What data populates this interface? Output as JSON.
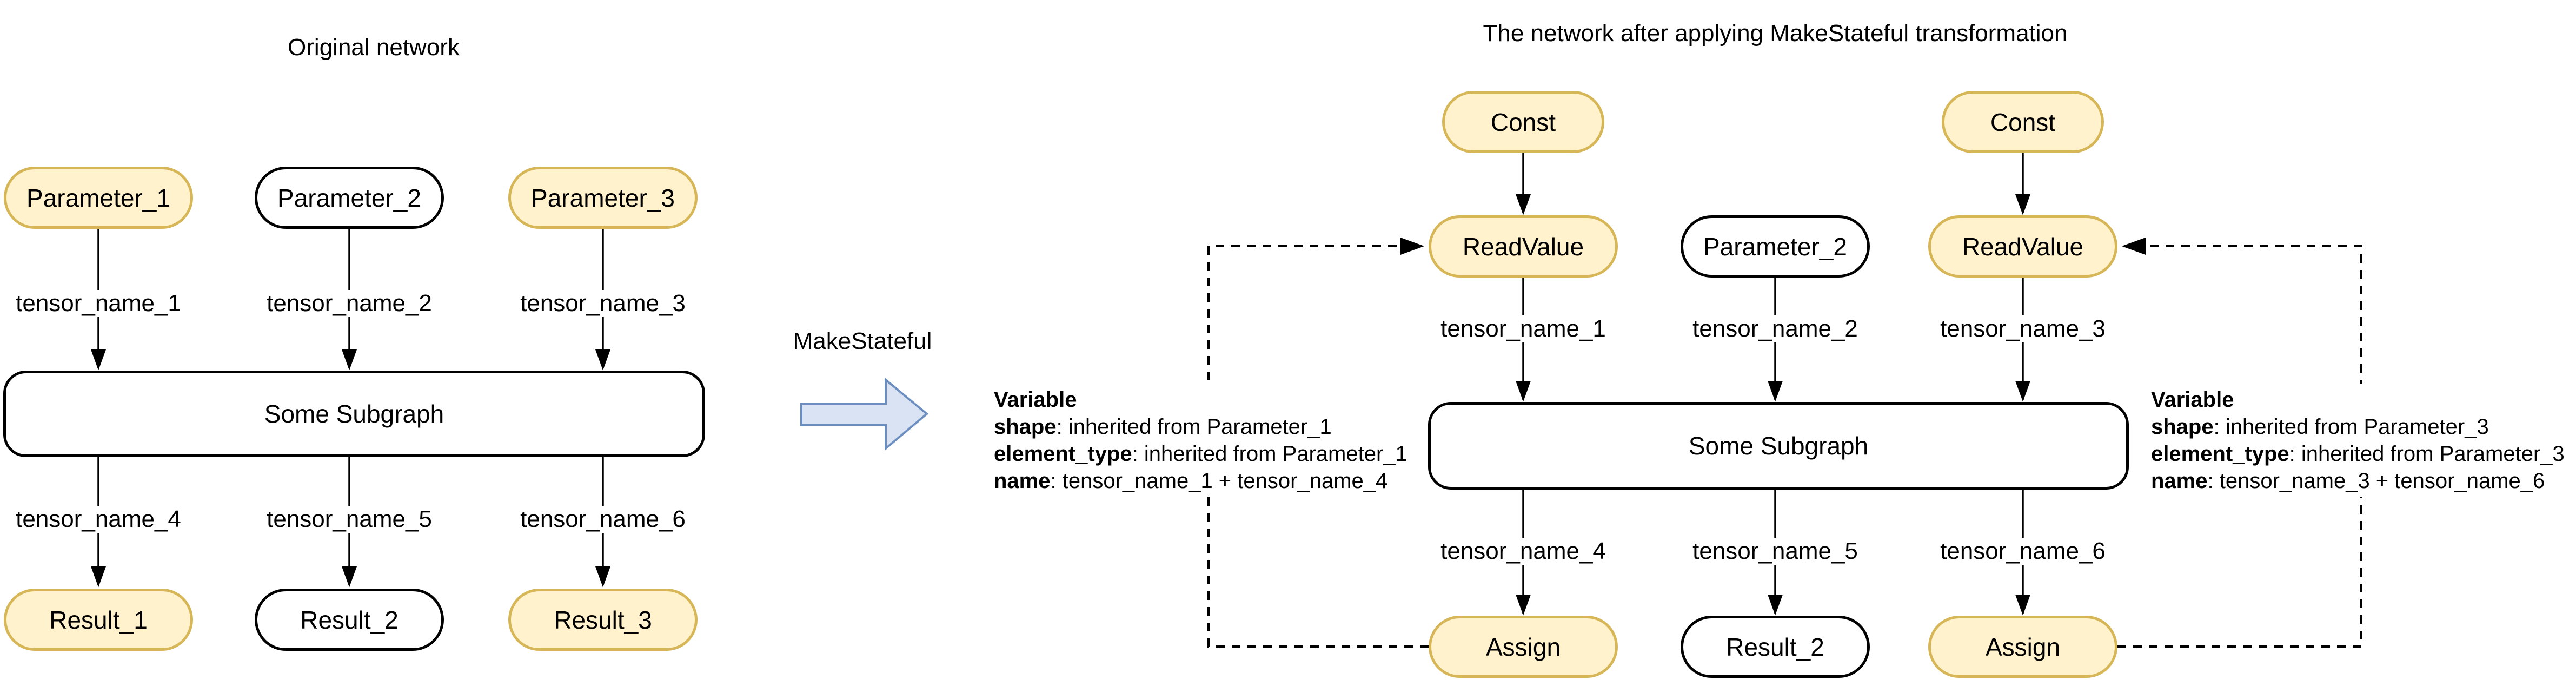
{
  "left_diagram": {
    "title": "Original network",
    "parameters": [
      "Parameter_1",
      "Parameter_2",
      "Parameter_3"
    ],
    "input_tensors": [
      "tensor_name_1",
      "tensor_name_2",
      "tensor_name_3"
    ],
    "subgraph_label": "Some Subgraph",
    "output_tensors": [
      "tensor_name_4",
      "tensor_name_5",
      "tensor_name_6"
    ],
    "results": [
      "Result_1",
      "Result_2",
      "Result_3"
    ]
  },
  "transformation": {
    "label": "MakeStateful"
  },
  "right_diagram": {
    "title": "The network after applying MakeStateful transformation",
    "const_label": "Const",
    "read_value_label": "ReadValue",
    "parameter_label": "Parameter_2",
    "input_tensors": [
      "tensor_name_1",
      "tensor_name_2",
      "tensor_name_3"
    ],
    "subgraph_label": "Some Subgraph",
    "output_tensors": [
      "tensor_name_4",
      "tensor_name_5",
      "tensor_name_6"
    ],
    "assign_label": "Assign",
    "result_label": "Result_2",
    "variable_note_left": {
      "title": "Variable",
      "lines": [
        {
          "key": "shape",
          "rest": ": inherited from Parameter_1"
        },
        {
          "key": "element_type",
          "rest": ": inherited from Parameter_1"
        },
        {
          "key": "name",
          "rest": ": tensor_name_1 + tensor_name_4"
        }
      ]
    },
    "variable_note_right": {
      "title": "Variable",
      "lines": [
        {
          "key": "shape",
          "rest": ": inherited from Parameter_3"
        },
        {
          "key": "element_type",
          "rest": ": inherited from Parameter_3"
        },
        {
          "key": "name",
          "rest": ": tensor_name_3 + tensor_name_6"
        }
      ]
    }
  },
  "colors": {
    "node_fill_yellow": "#FFF2CC",
    "node_stroke_yellow": "#D6B656",
    "node_fill_white": "#FFFFFF",
    "edge_color": "#000000",
    "arrow_fill_blue": "#DAE3F3",
    "arrow_stroke_blue": "#6C8EBF"
  }
}
